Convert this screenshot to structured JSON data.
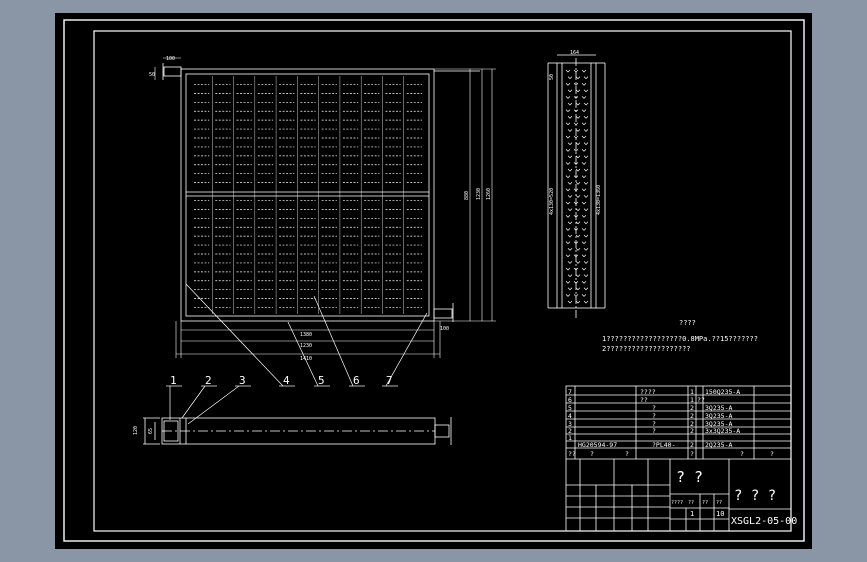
{
  "colors": {
    "background": "#8a96a6",
    "sheet": "#000000",
    "ink": "#ffffff"
  },
  "front_view": {
    "top_labels": [
      "100",
      "50"
    ],
    "height_dims": [
      "880",
      "1230",
      "1260"
    ],
    "width_dims": [
      "1380",
      "1230",
      "1410"
    ],
    "port_label": "100"
  },
  "side_view": {
    "width_dim": "164",
    "top_dim": "50",
    "left_dim": "4x130=520",
    "right_dim": "4x130=1360"
  },
  "bottom_view": {
    "dims": [
      "120",
      "65"
    ]
  },
  "balloons": [
    "1",
    "2",
    "3",
    "4",
    "5",
    "6",
    "7"
  ],
  "notes": {
    "heading": "????",
    "line1": "1??????????????????0.8MPa.??15???????",
    "line2": "2????????????????????"
  },
  "bom_rows": [
    {
      "no": "7",
      "code": "",
      "name": "????",
      "qty": "1",
      "material": "150Q235-A"
    },
    {
      "no": "6",
      "code": "",
      "name": "??",
      "qty": "1",
      "material": "??"
    },
    {
      "no": "5",
      "code": "",
      "name": "?",
      "qty": "2",
      "material": "3Q235-A"
    },
    {
      "no": "4",
      "code": "",
      "name": "?",
      "qty": "2",
      "material": "3Q235-A"
    },
    {
      "no": "3",
      "code": "",
      "name": "?",
      "qty": "2",
      "material": "3Q235-A"
    },
    {
      "no": "2",
      "code": "",
      "name": "?",
      "qty": "2",
      "material": "3x3Q235-A"
    },
    {
      "no": "1",
      "code": "HG20594-97",
      "name": "?PL40-",
      "qty": "2",
      "material": "2Q235-A"
    }
  ],
  "bom_header": [
    "??",
    "?",
    "?",
    "?",
    "?",
    "?"
  ],
  "title_block": {
    "name": "? ?",
    "company": "? ? ?",
    "drawing_no": "XSGL2-05-00",
    "scale": "1",
    "sheets": "10",
    "small_headers": [
      "????",
      "??",
      "??",
      "??"
    ]
  }
}
